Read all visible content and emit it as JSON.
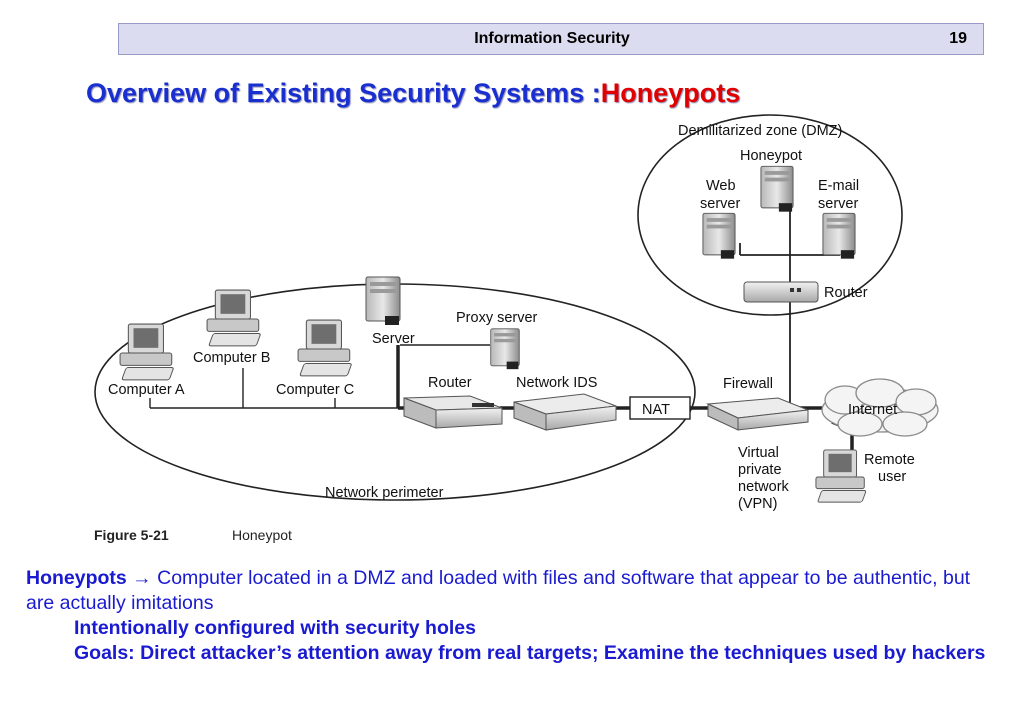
{
  "header": {
    "title": "Information Security",
    "page_number": "19"
  },
  "slide": {
    "title_main": "Overview of Existing Security Systems :",
    "title_accent": "Honeypots"
  },
  "diagram": {
    "dmz_label": "Demilitarized zone (DMZ)",
    "honeypot_label": "Honeypot",
    "web_server_line1": "Web",
    "web_server_line2": "server",
    "email_server_line1": "E-mail",
    "email_server_line2": "server",
    "dmz_router_label": "Router",
    "proxy_server_label": "Proxy server",
    "server_label": "Server",
    "computer_a_label": "Computer A",
    "computer_b_label": "Computer B",
    "computer_c_label": "Computer C",
    "router_label": "Router",
    "network_ids_label": "Network IDS",
    "nat_label": "NAT",
    "firewall_label": "Firewall",
    "internet_label": "Internet",
    "remote_user_line1": "Remote",
    "remote_user_line2": "user",
    "vpn_line1": "Virtual",
    "vpn_line2": "private",
    "vpn_line3": "network",
    "vpn_line4": "(VPN)",
    "perimeter_label": "Network perimeter",
    "figure_number": "Figure 5-21",
    "figure_caption": "Honeypot"
  },
  "body": {
    "term": "Honeypots →",
    "definition": " Computer located in a DMZ and loaded with files and software that appear to be authentic, but are actually imitations",
    "point1": "Intentionally configured with security holes",
    "point2": "Goals: Direct attacker’s attention away from real targets; Examine the techniques used by hackers"
  }
}
